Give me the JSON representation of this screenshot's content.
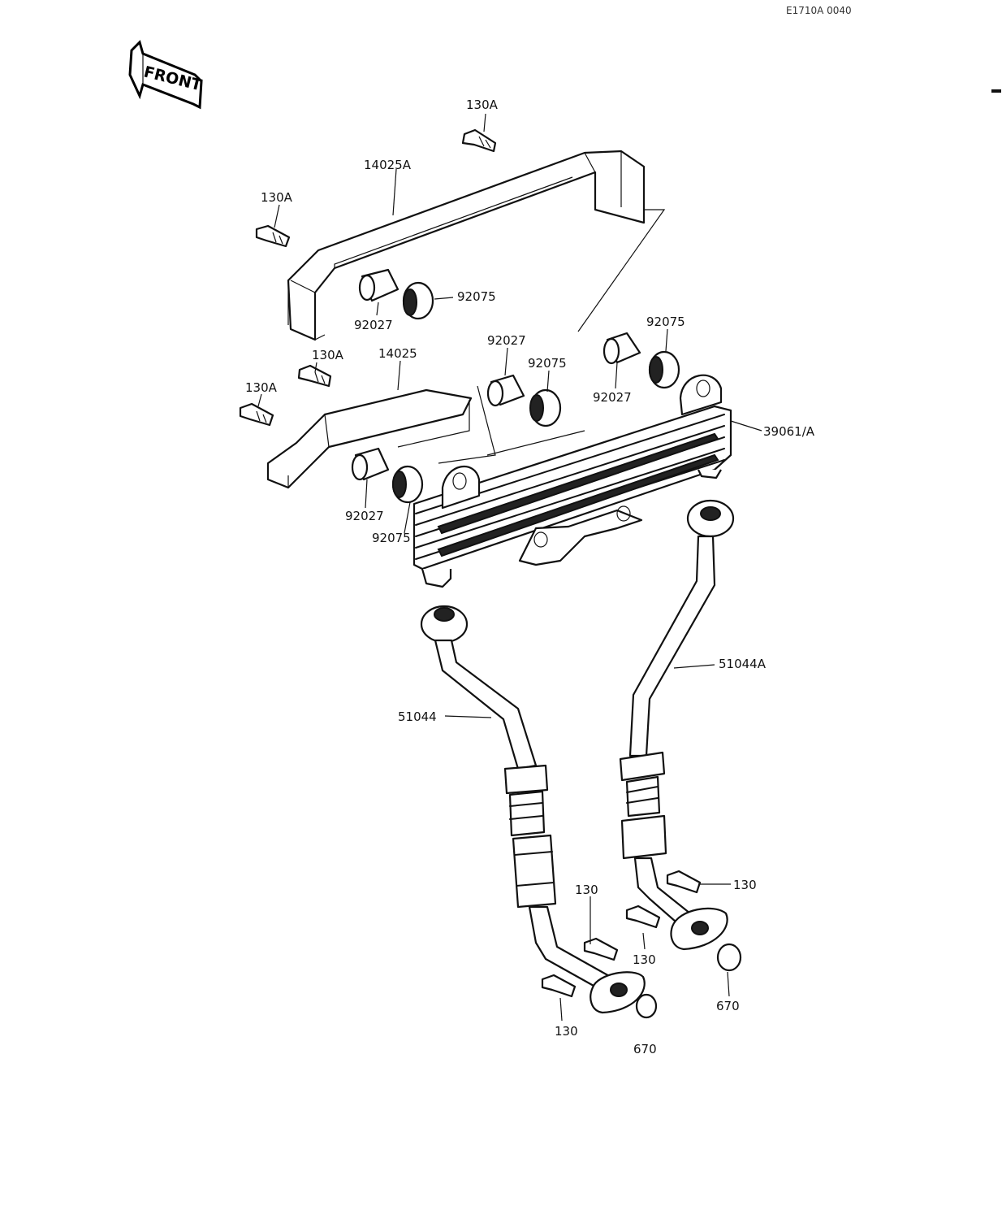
{
  "diagram_code": "E1710A 0040",
  "front_label": "FRONT",
  "part_labels": {
    "bolt_top": "130A",
    "bracket_upper": "14025A",
    "bolt_upper_left": "130A",
    "collar_upper_left": "92027",
    "grommet_upper_left": "92075",
    "grommet_upper_right": "92075",
    "collar_center": "92027",
    "grommet_center": "92075",
    "collar_right": "92027",
    "bolt_mid": "130A",
    "bracket_lower": "14025",
    "bolt_lower_left": "130A",
    "oil_cooler": "39061/A",
    "collar_lower": "92027",
    "grommet_lower": "92075",
    "pipe_right": "51044A",
    "pipe_left": "51044",
    "bolt_right_a": "130",
    "bolt_left_a": "130",
    "bolt_right_b": "130",
    "oring_right": "670",
    "bolt_left_b": "130",
    "oring_left": "670"
  }
}
